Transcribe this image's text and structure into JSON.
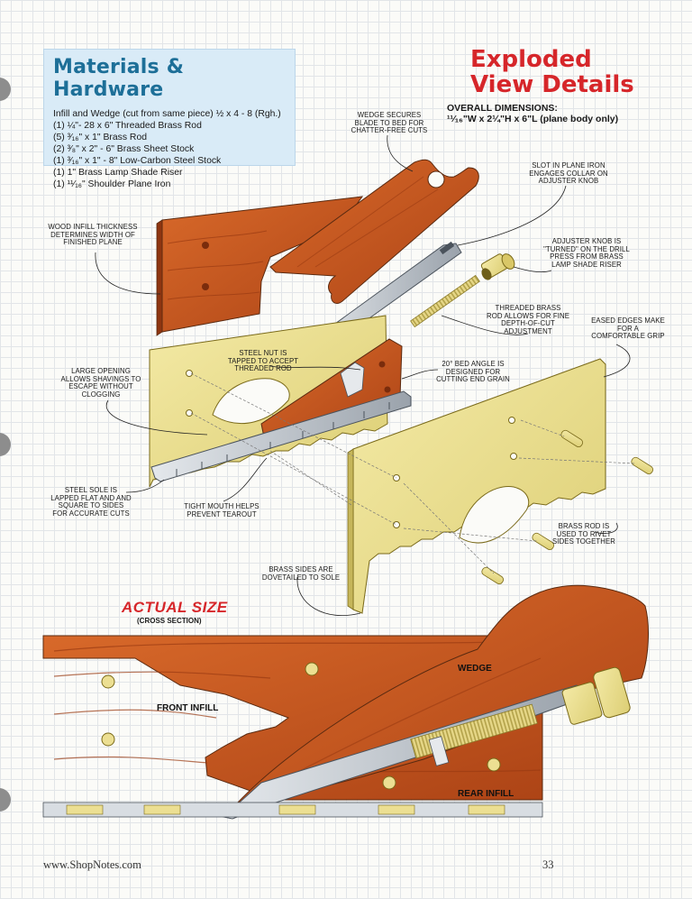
{
  "materials": {
    "title": "Materials & Hardware",
    "items": [
      "Infill and Wedge (cut from same piece)  ½ x 4 - 8 (Rgh.)",
      "(1) ¼\"- 28 x 6\" Threaded Brass Rod",
      "(5) ³⁄₁₆\" x 1\" Brass Rod",
      "(2) ³⁄₈\" x 2\" - 6\"  Brass Sheet Stock",
      "(1) ³⁄₁₆\" x 1\" - 8\" Low-Carbon Steel Stock",
      "(1) 1\" Brass Lamp Shade Riser",
      "(1) ¹¹⁄₁₆\" Shoulder Plane Iron"
    ]
  },
  "exploded": {
    "title_line1": "Exploded",
    "title_line2": "View Details",
    "dims_label": "OVERALL DIMENSIONS:",
    "dims_value": "¹¹⁄₁₆\"W x 2¼\"H x 6\"L (plane body only)"
  },
  "callouts": {
    "wedge": "WEDGE SECURES BLADE TO BED FOR CHATTER-FREE CUTS",
    "slot": "SLOT IN PLANE IRON ENGAGES COLLAR ON ADJUSTER KNOB",
    "wood_infill": "WOOD INFILL THICKNESS DETERMINES WIDTH OF FINISHED PLANE",
    "knob": "ADJUSTER KNOB IS \"TURNED\" ON THE DRILL PRESS FROM BRASS LAMP SHADE RISER",
    "threaded": "THREADED BRASS ROD ALLOWS FOR FINE DEPTH-OF-CUT ADJUSTMENT",
    "eased": "EASED EDGES MAKE FOR A COMFORTABLE GRIP",
    "steel_nut": "STEEL NUT IS TAPPED TO ACCEPT THREADED ROD",
    "bed_angle": "20° BED ANGLE IS DESIGNED FOR CUTTING END GRAIN",
    "opening": "LARGE OPENING ALLOWS SHAVINGS TO ESCAPE WITHOUT CLOGGING",
    "sole": "STEEL SOLE IS LAPPED FLAT AND AND SQUARE TO SIDES FOR ACCURATE CUTS",
    "mouth": "TIGHT MOUTH HELPS PREVENT TEAROUT",
    "rivet": "BRASS ROD IS USED TO RIVET SIDES TOGETHER",
    "dovetail": "BRASS SIDES ARE DOVETAILED TO SOLE"
  },
  "actual_size": {
    "title": "ACTUAL SIZE",
    "subtitle": "(CROSS SECTION)",
    "front_infill": "FRONT INFILL",
    "wedge": "WEDGE",
    "rear_infill": "REAR INFILL"
  },
  "footer": {
    "url": "www.ShopNotes.com",
    "page": "33"
  },
  "colors": {
    "wood": "#c2541c",
    "brass": "#ecdf92",
    "steel": "#c9cfd6",
    "title_red": "#d6262a",
    "title_blue": "#1d6f98",
    "panel_blue": "#d9ebf7"
  }
}
